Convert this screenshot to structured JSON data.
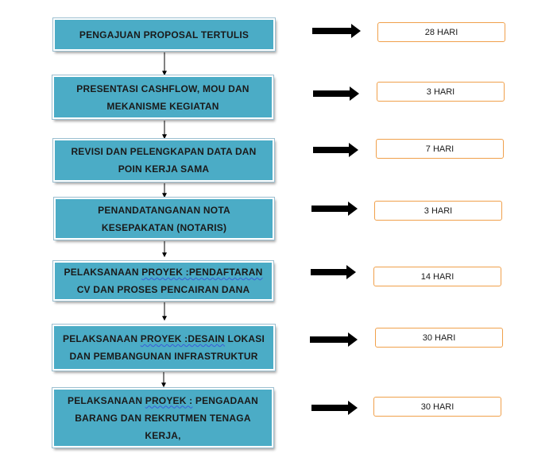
{
  "steps": [
    {
      "parts": [
        "PENGAJUAN PROPOSAL TERTULIS"
      ],
      "duration": "28 HARI"
    },
    {
      "parts": [
        "PRESENTASI CASHFLOW, MOU DAN MEKANISME KEGIATAN"
      ],
      "duration": "3 HARI"
    },
    {
      "parts": [
        "REVISI DAN PELENGKAPAN DATA DAN POIN KERJA SAMA"
      ],
      "duration": "7 HARI"
    },
    {
      "parts": [
        "PENANDATANGANAN NOTA KESEPAKATAN (NOTARIS)"
      ],
      "duration": "3 HARI"
    },
    {
      "parts": [
        "PELAKSANAAN ",
        "PROYEK :PENDAFTARAN",
        " CV DAN PROSES PENCAIRAN DANA"
      ],
      "duration": "14 HARI"
    },
    {
      "parts": [
        "PELAKSANAAN ",
        "PROYEK :DESAIN",
        " LOKASI DAN PEMBANGUNAN INFRASTRUKTUR"
      ],
      "duration": "30 HARI"
    },
    {
      "parts": [
        "PELAKSANAAN ",
        "PROYEK :",
        " PENGADAAN BARANG DAN REKRUTMEN TENAGA KERJA,"
      ],
      "duration": "30 HARI"
    }
  ],
  "colors": {
    "box_fill": "#4bacc6",
    "duration_border": "#f0a04b",
    "arrow": "#000000"
  }
}
